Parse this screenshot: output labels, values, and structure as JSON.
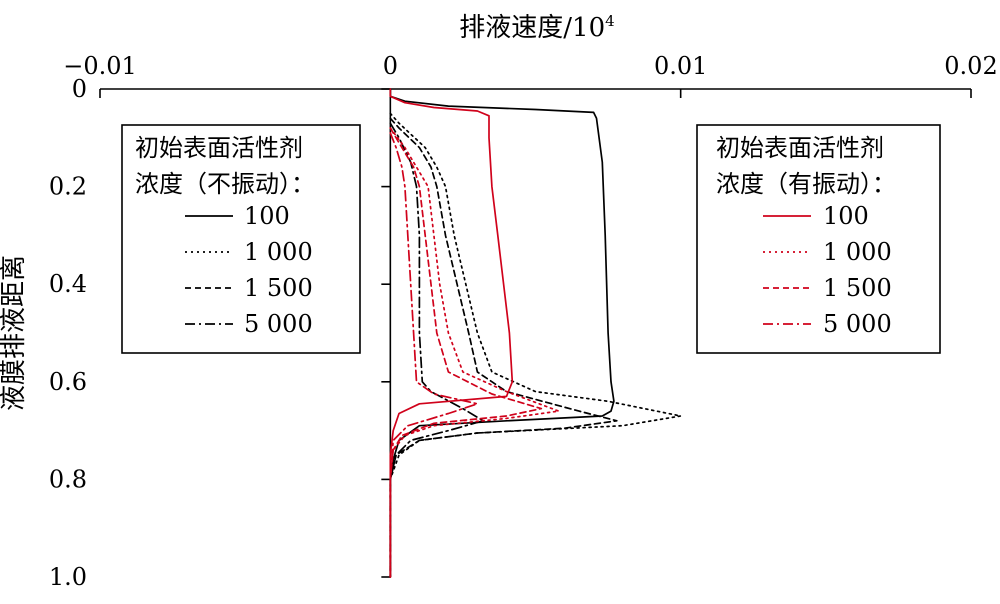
{
  "chart_data": {
    "type": "line",
    "xlabel": "排液速度/10",
    "xlabel_superscript": "4",
    "ylabel": "液膜排液距离",
    "xlim": [
      -0.01,
      0.02
    ],
    "ylim": [
      0,
      1.0
    ],
    "y_inverted": true,
    "x_axis_position": "top",
    "x_ticks": [
      -0.01,
      0,
      0.01,
      0.02
    ],
    "x_tick_labels": [
      "−0.01",
      "0",
      "0.01",
      "0.02"
    ],
    "y_ticks": [
      0,
      0.2,
      0.4,
      0.6,
      0.8,
      1.0
    ],
    "y_tick_labels": [
      "0",
      "0.2",
      "0.4",
      "0.6",
      "0.8",
      "1.0"
    ],
    "grid": false,
    "colors": {
      "black": "#000000",
      "red": "#d0021b"
    },
    "legends": [
      {
        "position": "left",
        "title_line1": "初始表面活性剂",
        "title_line2": "浓度（不振动）：",
        "entries": [
          "100",
          "1 000",
          "1 500",
          "5 000"
        ]
      },
      {
        "position": "right",
        "title_line1": "初始表面活性剂",
        "title_line2": "浓度（有振动）：",
        "entries": [
          "100",
          "1 000",
          "1 500",
          "5 000"
        ]
      }
    ],
    "series": [
      {
        "group": "不振动",
        "concentration": "100",
        "color": "black",
        "dash": "solid",
        "points": [
          [
            0,
            0
          ],
          [
            0,
            0.015
          ],
          [
            0.0005,
            0.025
          ],
          [
            0.002,
            0.035
          ],
          [
            0.005,
            0.042
          ],
          [
            0.007,
            0.048
          ],
          [
            0.0071,
            0.06
          ],
          [
            0.0073,
            0.15
          ],
          [
            0.0074,
            0.3
          ],
          [
            0.0075,
            0.5
          ],
          [
            0.0076,
            0.6
          ],
          [
            0.0077,
            0.64
          ],
          [
            0.0076,
            0.66
          ],
          [
            0.0073,
            0.67
          ],
          [
            0.004,
            0.68
          ],
          [
            0.001,
            0.69
          ],
          [
            0.0003,
            0.72
          ],
          [
            0.0001,
            0.76
          ],
          [
            0,
            0.8
          ],
          [
            0,
            1.0
          ]
        ]
      },
      {
        "group": "不振动",
        "concentration": "1 000",
        "color": "black",
        "dash": "dot",
        "points": [
          [
            0,
            0.05
          ],
          [
            0.0003,
            0.07
          ],
          [
            0.0012,
            0.12
          ],
          [
            0.0016,
            0.16
          ],
          [
            0.0019,
            0.2
          ],
          [
            0.0022,
            0.3
          ],
          [
            0.0026,
            0.4
          ],
          [
            0.003,
            0.5
          ],
          [
            0.0035,
            0.58
          ],
          [
            0.005,
            0.62
          ],
          [
            0.0075,
            0.64
          ],
          [
            0.01,
            0.67
          ],
          [
            0.008,
            0.69
          ],
          [
            0.003,
            0.705
          ],
          [
            0.001,
            0.72
          ],
          [
            0.0003,
            0.75
          ],
          [
            0,
            0.8
          ],
          [
            0,
            1.0
          ]
        ]
      },
      {
        "group": "不振动",
        "concentration": "1 500",
        "color": "black",
        "dash": "dash",
        "points": [
          [
            0,
            0.06
          ],
          [
            0.0003,
            0.08
          ],
          [
            0.001,
            0.12
          ],
          [
            0.0014,
            0.16
          ],
          [
            0.0016,
            0.2
          ],
          [
            0.0019,
            0.3
          ],
          [
            0.0023,
            0.4
          ],
          [
            0.0027,
            0.5
          ],
          [
            0.003,
            0.58
          ],
          [
            0.004,
            0.62
          ],
          [
            0.0065,
            0.66
          ],
          [
            0.0078,
            0.68
          ],
          [
            0.006,
            0.695
          ],
          [
            0.003,
            0.705
          ],
          [
            0.001,
            0.72
          ],
          [
            0.0002,
            0.75
          ],
          [
            0,
            0.8
          ],
          [
            0,
            1.0
          ]
        ]
      },
      {
        "group": "不振动",
        "concentration": "5 000",
        "color": "black",
        "dash": "dashdot",
        "points": [
          [
            0,
            0.07
          ],
          [
            0.0003,
            0.1
          ],
          [
            0.0007,
            0.15
          ],
          [
            0.0009,
            0.2
          ],
          [
            0.001,
            0.3
          ],
          [
            0.001,
            0.4
          ],
          [
            0.001,
            0.5
          ],
          [
            0.0011,
            0.6
          ],
          [
            0.0014,
            0.62
          ],
          [
            0.0025,
            0.655
          ],
          [
            0.0032,
            0.68
          ],
          [
            0.002,
            0.7
          ],
          [
            0.0007,
            0.72
          ],
          [
            0.0002,
            0.75
          ],
          [
            0,
            0.8
          ],
          [
            0,
            1.0
          ]
        ]
      },
      {
        "group": "有振动",
        "concentration": "100",
        "color": "red",
        "dash": "solid",
        "points": [
          [
            0,
            0
          ],
          [
            0,
            0.015
          ],
          [
            0.0005,
            0.028
          ],
          [
            0.0015,
            0.038
          ],
          [
            0.003,
            0.045
          ],
          [
            0.0034,
            0.055
          ],
          [
            0.0034,
            0.1
          ],
          [
            0.0035,
            0.2
          ],
          [
            0.0037,
            0.3
          ],
          [
            0.0039,
            0.4
          ],
          [
            0.0041,
            0.5
          ],
          [
            0.0042,
            0.6
          ],
          [
            0.004,
            0.63
          ],
          [
            0.001,
            0.645
          ],
          [
            0.0003,
            0.665
          ],
          [
            0.0001,
            0.7
          ],
          [
            0,
            0.75
          ],
          [
            0,
            1.0
          ]
        ]
      },
      {
        "group": "有振动",
        "concentration": "1 000",
        "color": "red",
        "dash": "dot",
        "points": [
          [
            0,
            0.08
          ],
          [
            0.0005,
            0.12
          ],
          [
            0.001,
            0.17
          ],
          [
            0.0013,
            0.2
          ],
          [
            0.0015,
            0.3
          ],
          [
            0.0017,
            0.4
          ],
          [
            0.002,
            0.5
          ],
          [
            0.0025,
            0.58
          ],
          [
            0.004,
            0.62
          ],
          [
            0.0058,
            0.66
          ],
          [
            0.004,
            0.675
          ],
          [
            0.0015,
            0.69
          ],
          [
            0.0005,
            0.71
          ],
          [
            0.0001,
            0.74
          ],
          [
            0,
            0.8
          ],
          [
            0,
            1.0
          ]
        ]
      },
      {
        "group": "有振动",
        "concentration": "1 500",
        "color": "red",
        "dash": "dash",
        "points": [
          [
            0,
            0.08
          ],
          [
            0.0004,
            0.12
          ],
          [
            0.0008,
            0.16
          ],
          [
            0.001,
            0.2
          ],
          [
            0.0012,
            0.3
          ],
          [
            0.0014,
            0.4
          ],
          [
            0.0016,
            0.5
          ],
          [
            0.002,
            0.58
          ],
          [
            0.0035,
            0.625
          ],
          [
            0.0052,
            0.655
          ],
          [
            0.004,
            0.67
          ],
          [
            0.0015,
            0.685
          ],
          [
            0.0004,
            0.71
          ],
          [
            0.0001,
            0.74
          ],
          [
            0,
            0.8
          ],
          [
            0,
            1.0
          ]
        ]
      },
      {
        "group": "有振动",
        "concentration": "5 000",
        "color": "red",
        "dash": "dashdot",
        "points": [
          [
            0,
            0.09
          ],
          [
            0.0002,
            0.12
          ],
          [
            0.0004,
            0.16
          ],
          [
            0.0005,
            0.2
          ],
          [
            0.0006,
            0.3
          ],
          [
            0.0007,
            0.4
          ],
          [
            0.0008,
            0.5
          ],
          [
            0.0009,
            0.6
          ],
          [
            0.0015,
            0.625
          ],
          [
            0.003,
            0.645
          ],
          [
            0.002,
            0.665
          ],
          [
            0.0006,
            0.69
          ],
          [
            0.0001,
            0.72
          ],
          [
            0,
            0.8
          ],
          [
            0,
            1.0
          ]
        ]
      }
    ]
  }
}
